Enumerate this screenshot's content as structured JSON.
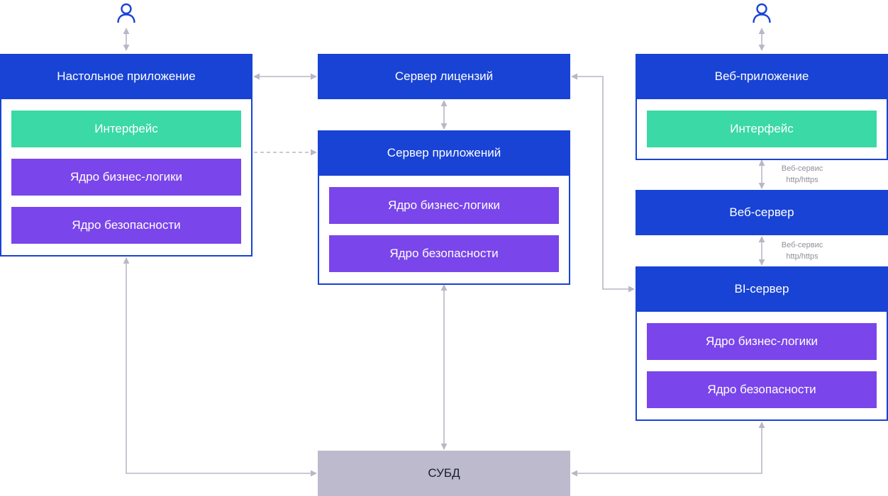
{
  "desktop_app": {
    "title": "Настольное приложение",
    "interface": "Интерфейс",
    "business_core": "Ядро бизнес-логики",
    "security_core": "Ядро безопасности"
  },
  "license_server": {
    "title": "Сервер лицензий"
  },
  "app_server": {
    "title": "Сервер приложений",
    "business_core": "Ядро бизнес-логики",
    "security_core": "Ядро безопасности"
  },
  "web_app": {
    "title": "Веб-приложение",
    "interface": "Интерфейс"
  },
  "web_server": {
    "title": "Веб-сервер"
  },
  "bi_server": {
    "title": "BI-сервер",
    "business_core": "Ядро бизнес-логики",
    "security_core": "Ядро безопасности"
  },
  "dbms": {
    "title": "СУБД"
  },
  "connections": {
    "webapp_to_webserver": {
      "line1": "Веб-сервис",
      "line2": "http/https"
    },
    "webserver_to_bi": {
      "line1": "Веб-сервис",
      "line2": "http/https"
    }
  },
  "icons": {
    "user": "user-icon"
  },
  "colors": {
    "header_blue": "#1843d4",
    "interface_green": "#3ad9a5",
    "core_purple": "#7a45ea",
    "dbms_gray": "#bcbacc",
    "connector_gray": "#b9b7c6",
    "note_gray": "#8f8f9c"
  }
}
